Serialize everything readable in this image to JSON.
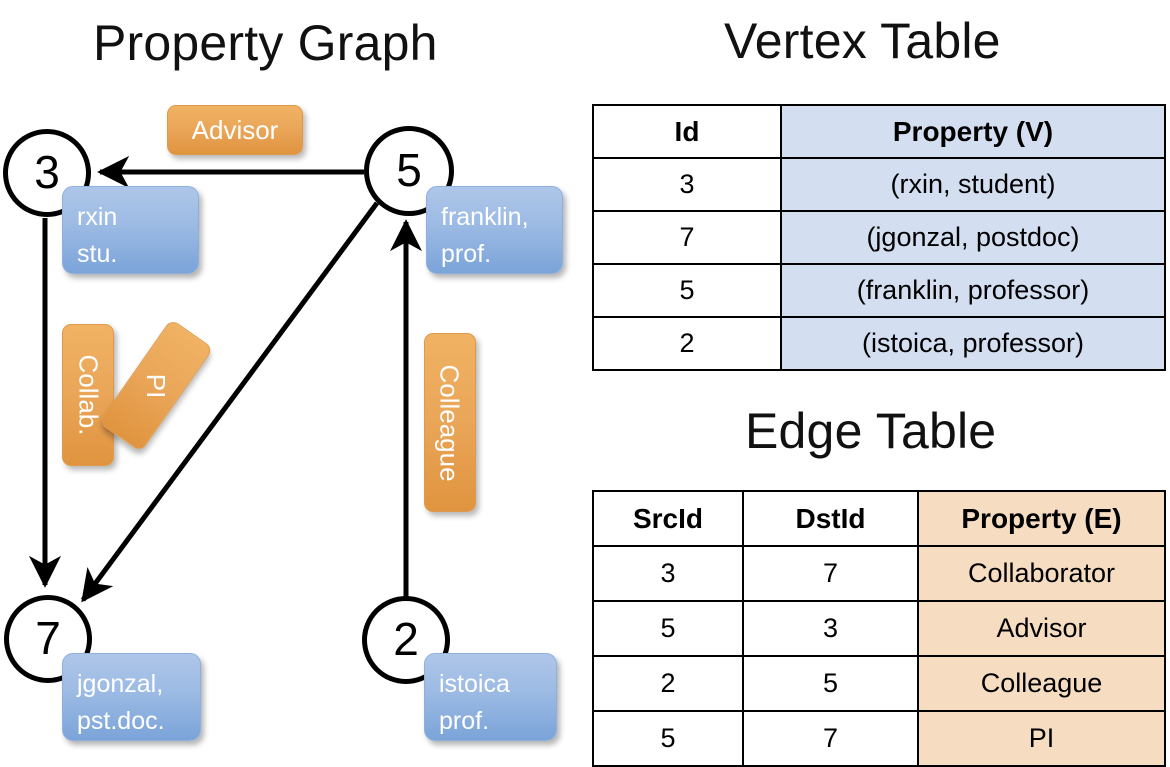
{
  "titles": {
    "property_graph": "Property Graph",
    "vertex_table": "Vertex Table",
    "edge_table": "Edge Table"
  },
  "graph": {
    "nodes": [
      {
        "id": "3",
        "label": "3",
        "property_line1": "rxin",
        "property_line2": "stu."
      },
      {
        "id": "5",
        "label": "5",
        "property_line1": "franklin,",
        "property_line2": "prof."
      },
      {
        "id": "7",
        "label": "7",
        "property_line1": "jgonzal,",
        "property_line2": "pst.doc."
      },
      {
        "id": "2",
        "label": "2",
        "property_line1": "istoica",
        "property_line2": "prof."
      }
    ],
    "edge_labels": {
      "advisor": "Advisor",
      "collab": "Collab.",
      "pi": "PI",
      "colleague": "Colleague"
    },
    "edges": [
      {
        "src": "5",
        "dst": "3",
        "label": "Advisor"
      },
      {
        "src": "3",
        "dst": "7",
        "label": "Collab."
      },
      {
        "src": "5",
        "dst": "7",
        "label": "PI"
      },
      {
        "src": "2",
        "dst": "5",
        "label": "Colleague"
      }
    ]
  },
  "vertex_table": {
    "headers": [
      "Id",
      "Property (V)"
    ],
    "rows": [
      {
        "id": "3",
        "property": "(rxin, student)"
      },
      {
        "id": "7",
        "property": "(jgonzal, postdoc)"
      },
      {
        "id": "5",
        "property": "(franklin, professor)"
      },
      {
        "id": "2",
        "property": "(istoica, professor)"
      }
    ]
  },
  "edge_table": {
    "headers": [
      "SrcId",
      "DstId",
      "Property (E)"
    ],
    "rows": [
      {
        "src": "3",
        "dst": "7",
        "property": "Collaborator"
      },
      {
        "src": "5",
        "dst": "3",
        "property": "Advisor"
      },
      {
        "src": "2",
        "dst": "5",
        "property": "Colleague"
      },
      {
        "src": "5",
        "dst": "7",
        "property": "PI"
      }
    ]
  },
  "colors": {
    "vertex_cell": "#d3def0",
    "edge_cell": "#f6ddc1",
    "node_property_box": "#9dbbe4",
    "edge_label_chip": "#eaa659",
    "stroke": "#000000"
  }
}
